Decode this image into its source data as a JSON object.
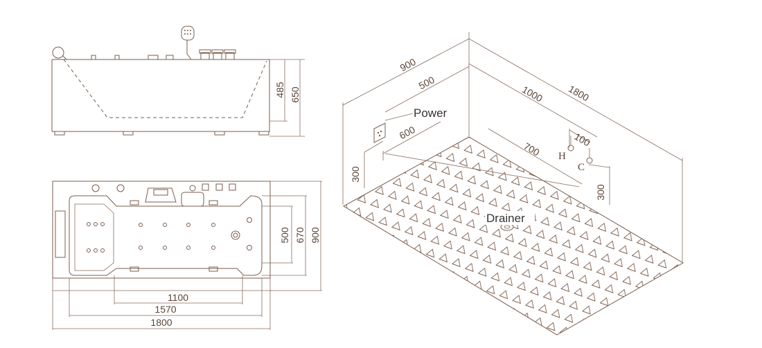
{
  "side_view": {
    "dim_inner_height": "485",
    "dim_total_height": "650"
  },
  "top_view": {
    "dim_jet_length": "1100",
    "dim_inner_length": "1570",
    "dim_total_length": "1800",
    "dim_inner_width": "500",
    "dim_mid_width": "670",
    "dim_total_width": "900"
  },
  "iso_view": {
    "dim_900": "900",
    "dim_500": "500",
    "dim_1000": "1000",
    "dim_1800": "1800",
    "dim_600": "600",
    "dim_700": "700",
    "dim_100": "100",
    "dim_300_left": "300",
    "dim_300_right": "300",
    "label_power": "Power",
    "label_drainer": "Drainer",
    "label_hot": "H",
    "label_cold": "C"
  }
}
